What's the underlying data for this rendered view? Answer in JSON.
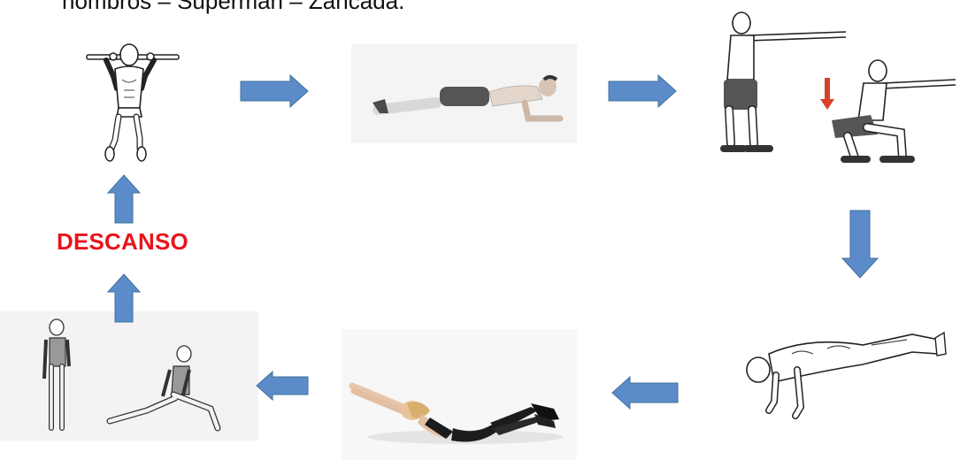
{
  "header_text": "hombros – Superman – Zancada.",
  "rest_label": "DESCANSO",
  "colors": {
    "arrow_fill": "#5b8cc9",
    "arrow_stroke": "#41719c",
    "rest_text": "#e8141b",
    "squat_arrow": "#d9412b"
  },
  "exercises": [
    {
      "name": "pull-up",
      "icon": "pullup-figure"
    },
    {
      "name": "plank",
      "icon": "plank-figure"
    },
    {
      "name": "squat",
      "icon": "squat-figure"
    },
    {
      "name": "push-up",
      "icon": "pushup-figure"
    },
    {
      "name": "superman",
      "icon": "superman-figure"
    },
    {
      "name": "lunge",
      "icon": "lunge-figure"
    }
  ],
  "arrows": [
    "right",
    "right",
    "down",
    "left",
    "left",
    "up",
    "up"
  ]
}
